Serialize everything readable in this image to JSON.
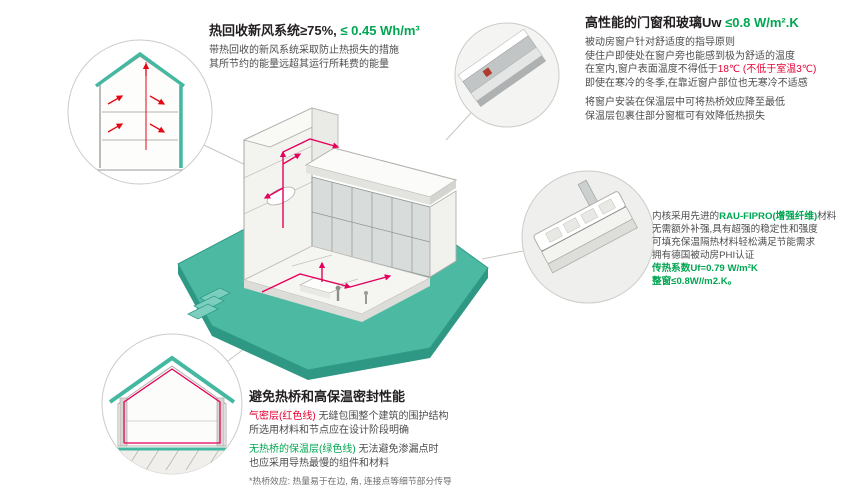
{
  "colors": {
    "teal": "#45b8a1",
    "green": "#00a651",
    "red": "#e60033",
    "magenta": "#e5005b",
    "ink": "#231f20",
    "body": "#4d4d4f",
    "muted": "#6d6e71"
  },
  "icons": {
    "callout_top_left": "building-section-ventilation-icon",
    "callout_top_right": "window-corner-detail-icon",
    "callout_right": "window-frame-profile-icon",
    "callout_bottom_left": "building-section-insulation-icon",
    "center": "isometric-passive-house-illustration"
  },
  "blocks": {
    "heat_recovery": {
      "title_main": "热回收新风系统≥75%, ",
      "title_value": "≤ 0.45 Wh/m³",
      "line1": "带热回收的新风系统采取防止热损失的措施",
      "line2": "其所节约的能量远超其运行所耗费的能量"
    },
    "windows": {
      "title_main": "高性能的门窗和玻璃Uw ",
      "title_value": "≤0.8 W/m².K",
      "line1": "被动房窗户针对舒适度的指导原则",
      "line2": "使住户即使处在窗户旁也能感到极为舒适的温度",
      "line3_pre": "在室内,窗户表面温度不得低于",
      "line3_red": "18℃ (不低于室温3℃)",
      "line4": "即使在寒冷的冬季,在靠近窗户部位也无寒冷不适感",
      "line5": "将窗户安装在保温层中可将热桥效应降至最低",
      "line6": "保温层包裹住部分窗框可有效降低热损失"
    },
    "material": {
      "line1_pre": "内核采用先进的",
      "line1_highlight": "RAU-FIPRO(增强纤维)",
      "line1_post": "材料",
      "line2": "无需额外补强,具有超强的稳定性和强度",
      "line3": "可填充保温隔热材料轻松满足节能需求",
      "line4": "拥有德国被动房PHI认证",
      "line5": "传热系数Uf=0.79 W/m²K",
      "line6": "整窗≤0.8W//m2.K。"
    },
    "insulation": {
      "title": "避免热桥和高保温密封性能",
      "line1_red": "气密层(红色线)",
      "line1_rest": " 无缝包围整个建筑的围护结构",
      "line2": "所选用材料和节点应在设计阶段明确",
      "line3_green": "无热桥的保温层(绿色线)",
      "line3_rest": " 无法避免渗漏点时",
      "line4": "也应采用导热最慢的组件和材料",
      "footnote": "*热桥效应: 热量易于在边, 角, 连接点等细节部分传导"
    }
  }
}
